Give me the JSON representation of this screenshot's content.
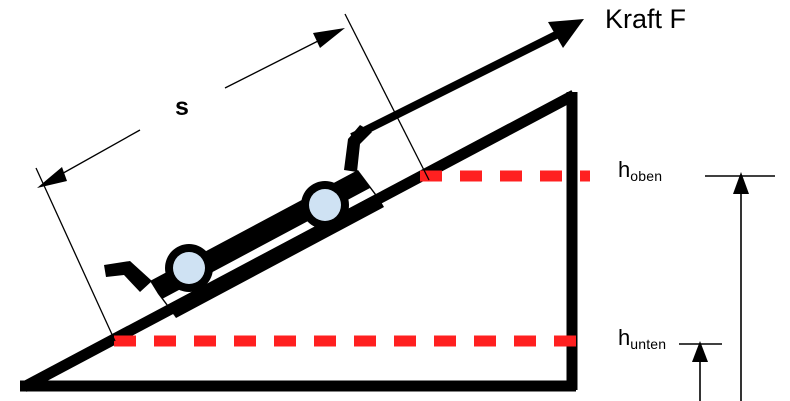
{
  "diagram": {
    "title_label": "Kraft F",
    "distance_label": "s",
    "height_top": {
      "base": "h",
      "sub": "oben"
    },
    "height_bottom": {
      "base": "h",
      "sub": "unten"
    },
    "colors": {
      "stroke": "#000000",
      "dash_red": "#ff2020",
      "wheel_fill": "#cfe2f3",
      "background": "#ffffff"
    },
    "elements": {
      "incline_triangle": "inclined-plane-triangle",
      "force_arrow": "force-vector-arrow",
      "cart": "cart-on-incline",
      "wheel_front": "cart-wheel-front",
      "wheel_rear": "cart-wheel-rear",
      "dashed_upper": "height-reference-line-upper",
      "dashed_lower": "height-reference-line-lower",
      "dimension_s": "slope-distance-dimension",
      "arrow_h_oben": "height-oben-arrow",
      "arrow_h_unten": "height-unten-arrow"
    }
  }
}
